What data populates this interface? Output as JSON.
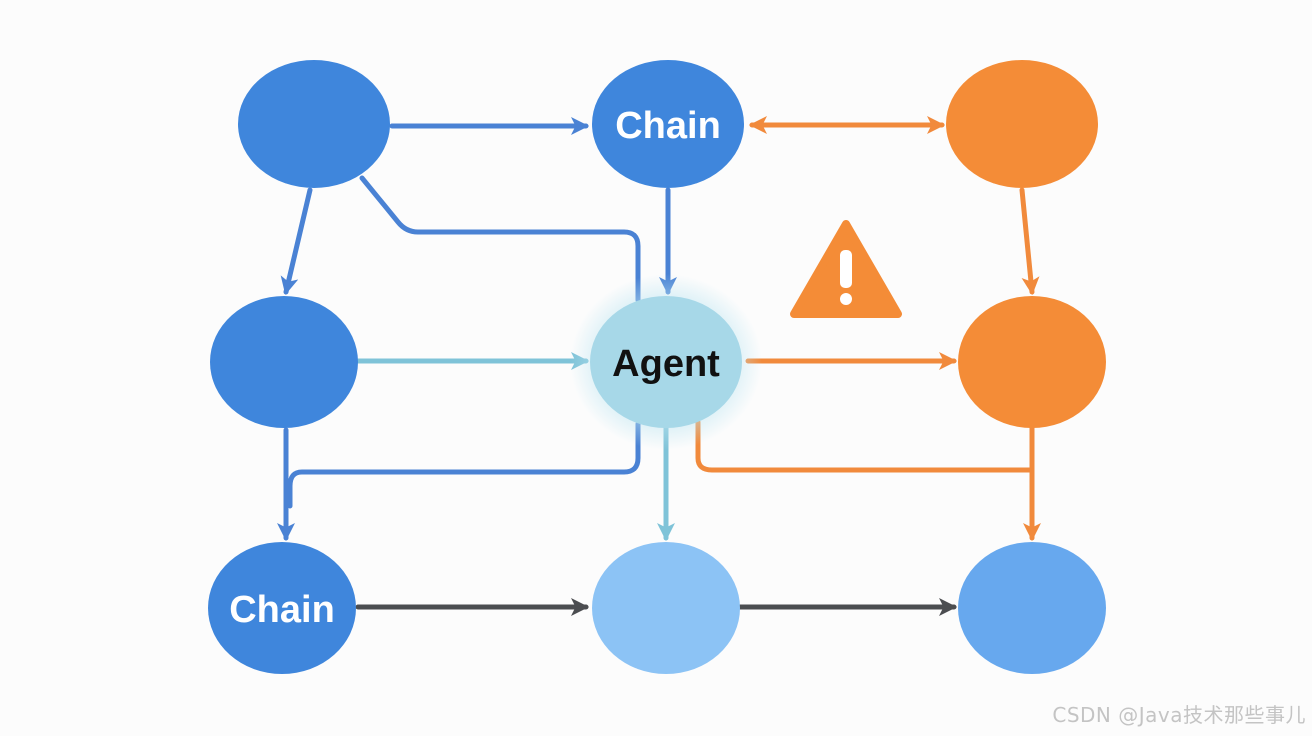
{
  "diagram": {
    "labels": {
      "chain_top": "Chain",
      "agent": "Agent",
      "chain_bottom": "Chain"
    },
    "warning_icon": "warning-triangle-icon",
    "colors": {
      "background": "#fcfcfc",
      "dark_blue": "#3f86dc",
      "light_blue": "#8cc3f5",
      "medium_blue": "#67a8ee",
      "agent_fill": "#a7d8e8",
      "orange": "#f48c37",
      "edge_blue": "#4a82d4",
      "edge_cyan": "#7fc3d8",
      "edge_orange": "#f18a3c",
      "edge_dark": "#4b4d50"
    }
  },
  "watermark": "CSDN @Java技术那些事儿"
}
